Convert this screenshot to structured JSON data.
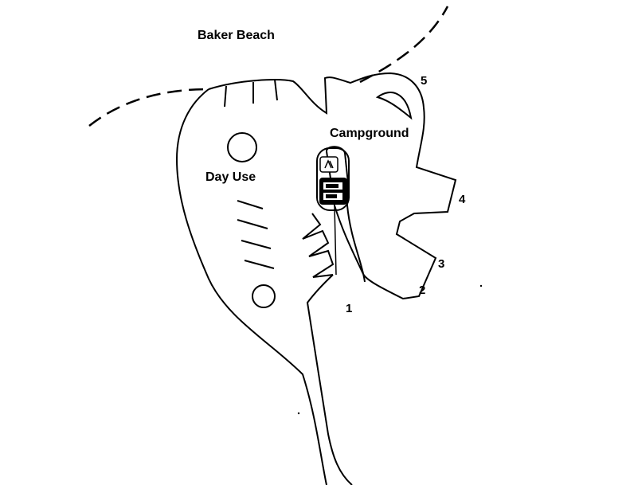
{
  "labels": {
    "baker_beach": "Baker Beach",
    "campground": "Campground",
    "day_use": "Day Use"
  },
  "sites": [
    "1",
    "2",
    "3",
    "4",
    "5"
  ],
  "icons": {
    "restroom": "restroom-icon",
    "rv_trailer": "rv-trailer-icon"
  },
  "colors": {
    "line": "#000000",
    "background": "#ffffff"
  }
}
